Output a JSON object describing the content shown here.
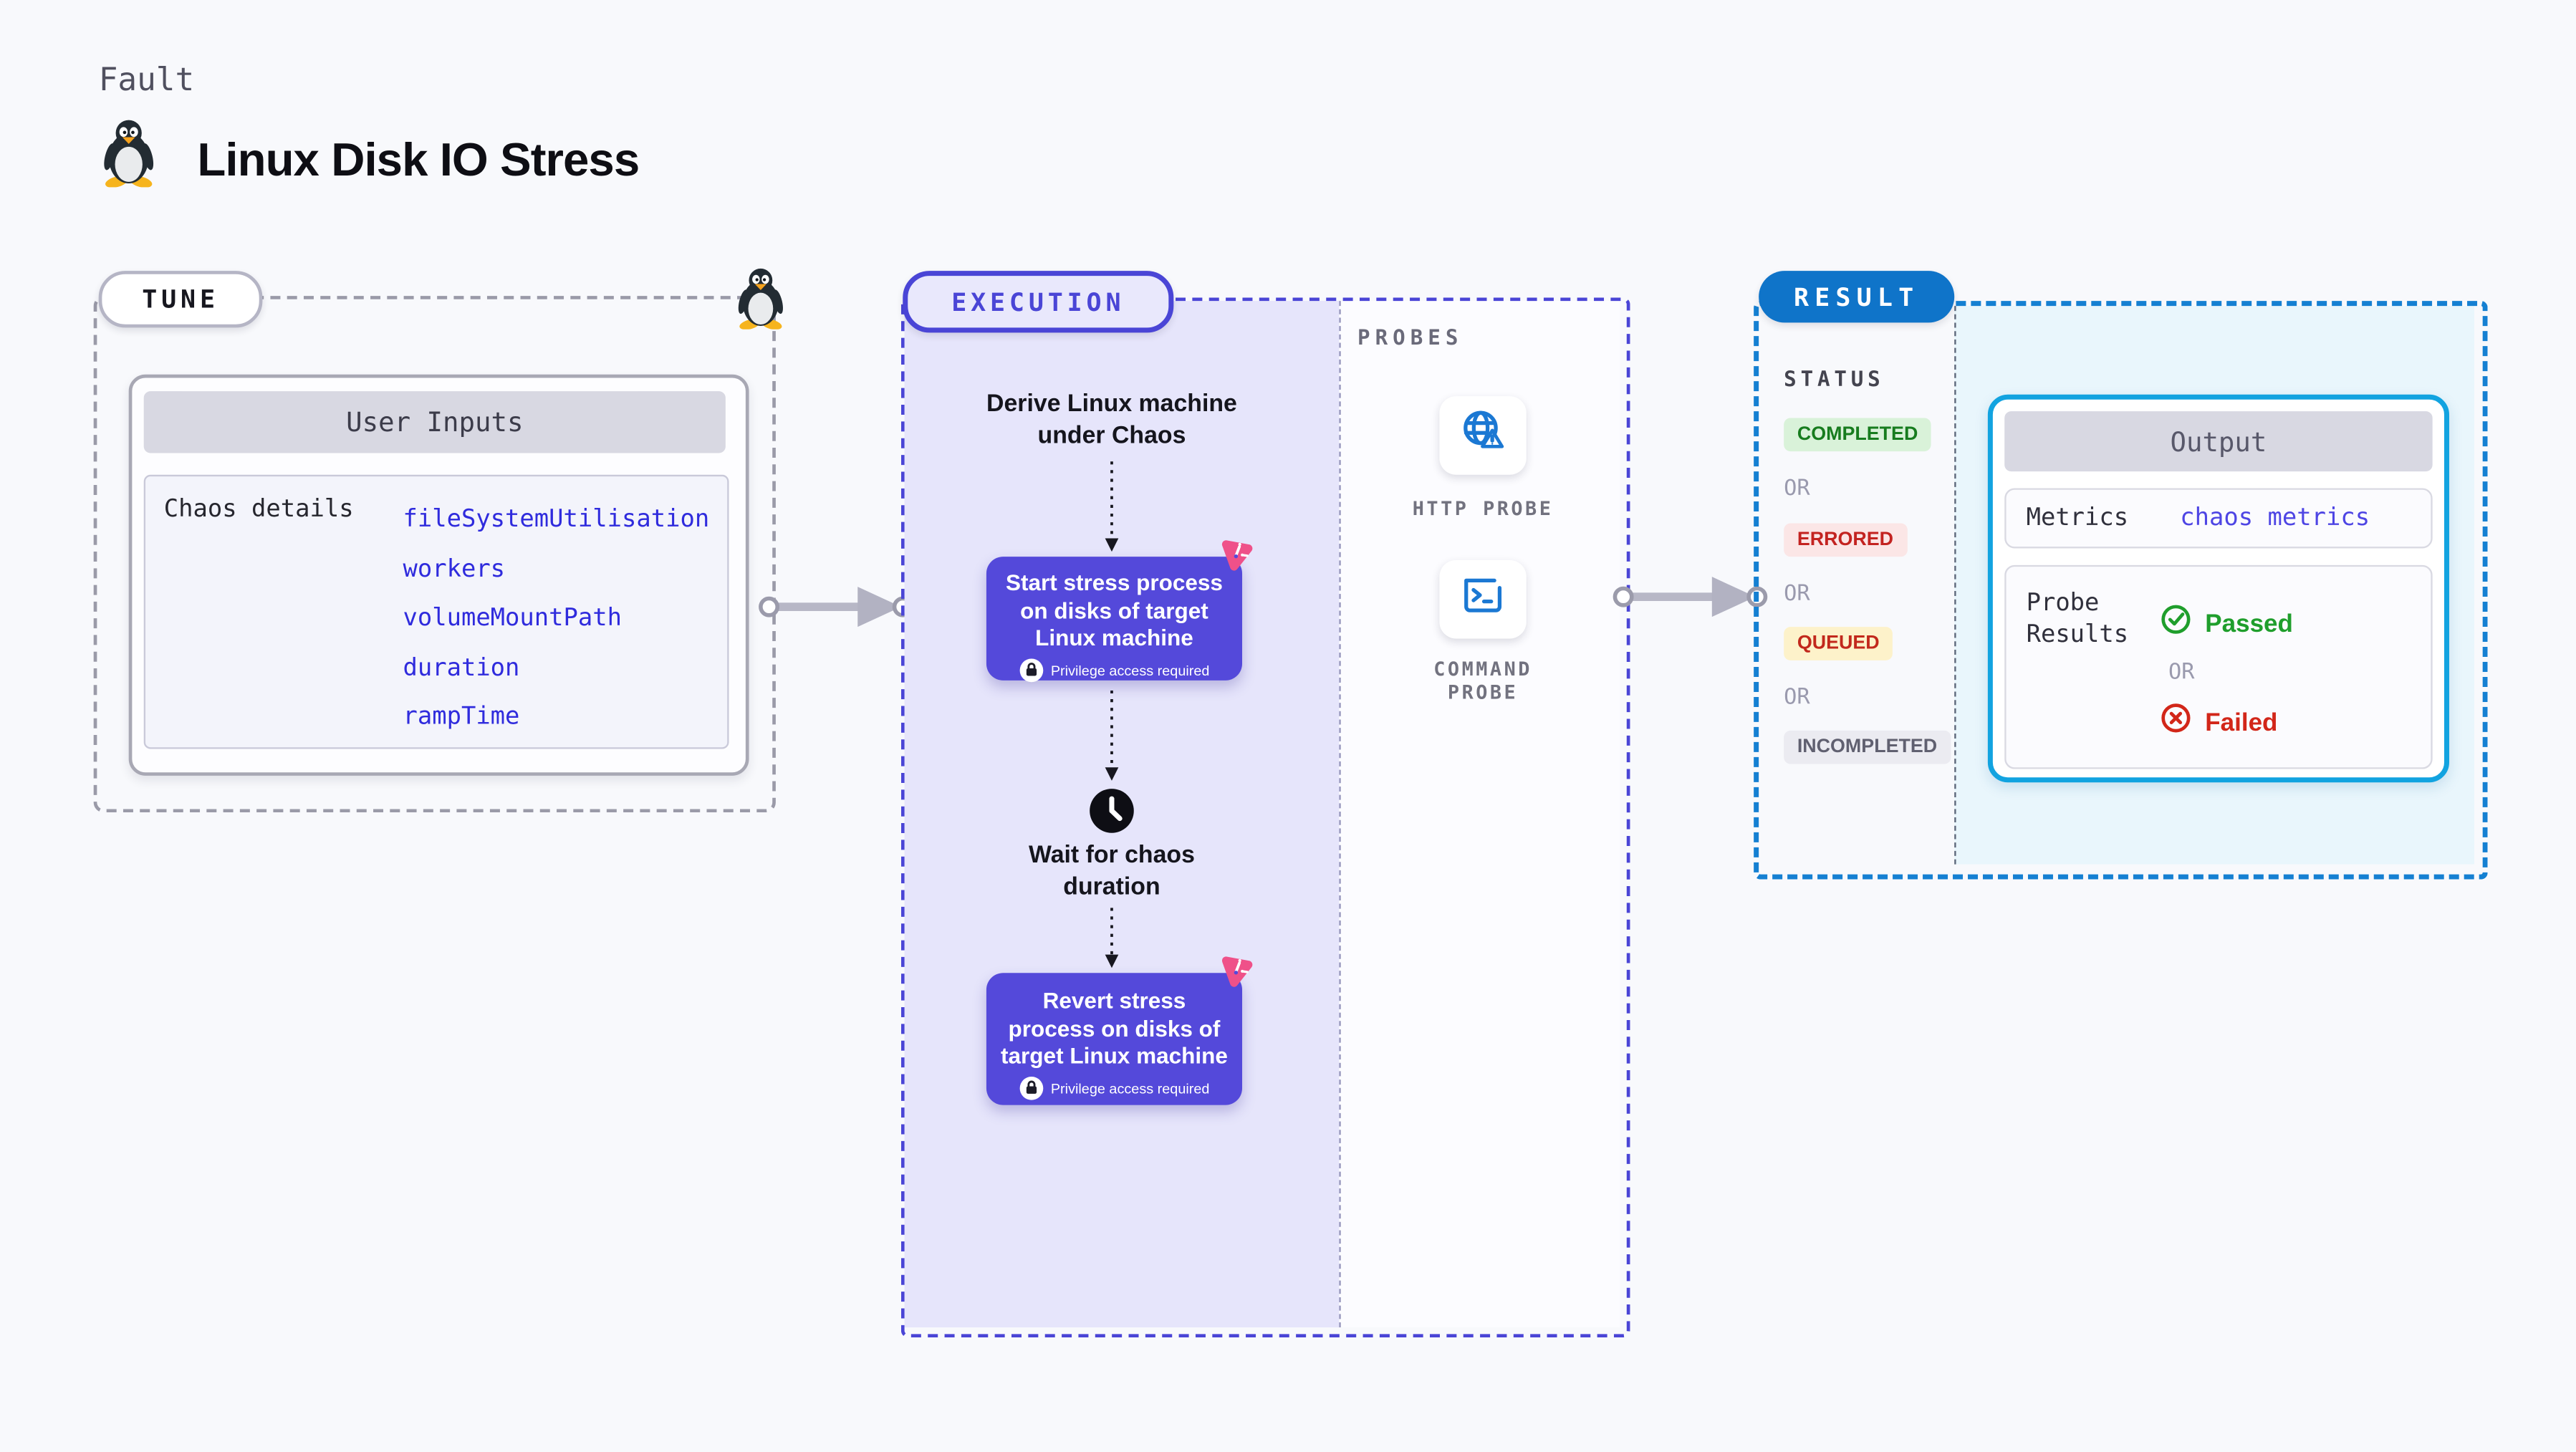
{
  "header": {
    "category": "Fault",
    "title": "Linux Disk IO Stress"
  },
  "tune": {
    "badge": "TUNE",
    "user_inputs": {
      "title": "User Inputs",
      "row_label": "Chaos details",
      "values": [
        "fileSystemUtilisation",
        "workers",
        "volumeMountPath",
        "duration",
        "rampTime"
      ]
    }
  },
  "execution": {
    "badge": "EXECUTION",
    "derive": {
      "line1": "Derive Linux machine",
      "line2": "under Chaos"
    },
    "start_step": {
      "line1": "Start stress process",
      "line2": "on disks of target",
      "line3": "Linux machine",
      "privilege": "Privilege access required"
    },
    "wait": {
      "line1": "Wait for chaos",
      "line2": "duration"
    },
    "revert_step": {
      "line1": "Revert stress",
      "line2": "process on disks of",
      "line3": "target Linux machine",
      "privilege": "Privilege access required"
    }
  },
  "probes": {
    "label": "PROBES",
    "http": {
      "label": "HTTP PROBE"
    },
    "command": {
      "line1": "COMMAND",
      "line2": "PROBE"
    }
  },
  "result": {
    "badge": "RESULT",
    "status_label": "STATUS",
    "statuses": {
      "completed": "COMPLETED",
      "or1": "OR",
      "errored": "ERRORED",
      "or2": "OR",
      "queued": "QUEUED",
      "or3": "OR",
      "incompleted": "INCOMPLETED"
    },
    "output": {
      "title": "Output",
      "metrics_label": "Metrics",
      "metrics_value": "chaos metrics",
      "probe_results_line1": "Probe",
      "probe_results_line2": "Results",
      "passed": "Passed",
      "or": "OR",
      "failed": "Failed"
    }
  },
  "colors": {
    "accent_indigo": "#4a45d6",
    "step_card_indigo": "#5449da",
    "result_blue": "#0f74c9",
    "output_border_cyan": "#12a3e0",
    "chaos_pink": "#ef5189",
    "probe_icon_blue": "#1b78d3",
    "passed_green": "#1f9e2c",
    "failed_red": "#d22619",
    "code_blue": "#2f2bdd"
  }
}
